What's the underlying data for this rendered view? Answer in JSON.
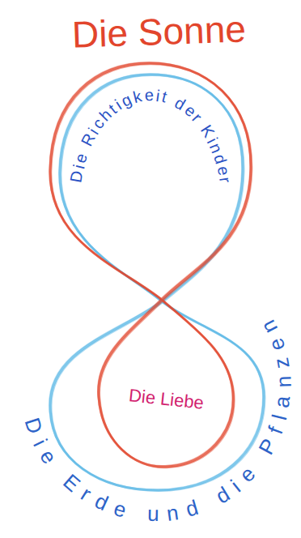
{
  "diagram": {
    "labels": [
      "Die Sonne",
      "Die Richtigkeit der Kinder",
      "Die Liebe",
      "Die Erde und die Pflanzen"
    ]
  }
}
